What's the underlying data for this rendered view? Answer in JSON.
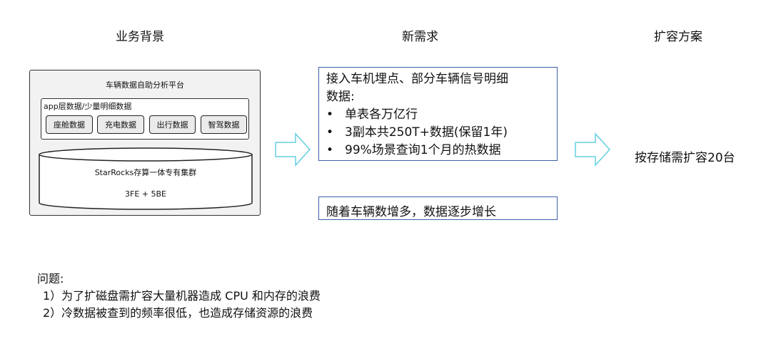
{
  "headings": {
    "background": "业务背景",
    "new_requirement": "新需求",
    "expansion_plan": "扩容方案"
  },
  "platform": {
    "title": "车辆数据自助分析平台",
    "app_layer_title": "app层数据/少量明细数据",
    "data_chips": [
      "座舱数据",
      "充电数据",
      "出行数据",
      "智驾数据"
    ],
    "cluster_name": "StarRocks存算一体专有集群",
    "cluster_spec": "3FE + 5BE"
  },
  "requirements": {
    "line1": "接入车机埋点、部分车辆信号明细",
    "line2": "数据:",
    "bullets": [
      "单表各万亿行",
      "3副本共250T+数据(保留1年)",
      "99%场景查询1个月的热数据"
    ],
    "bullet_glyph": "•",
    "growth": "随着车辆数增多，数据逐步增长"
  },
  "plan": "按存储需扩容20台",
  "problems": {
    "title": "问题:",
    "items": [
      "1）为了扩磁盘需扩容大量机器造成 CPU 和内存的浪费",
      "2）冷数据被查到的频率很低，也造成存储资源的浪费"
    ]
  },
  "colors": {
    "box_border": "#3d5ea8",
    "arrow_stroke": "#66cfe0",
    "panel_fill": "#f2f2f2"
  }
}
